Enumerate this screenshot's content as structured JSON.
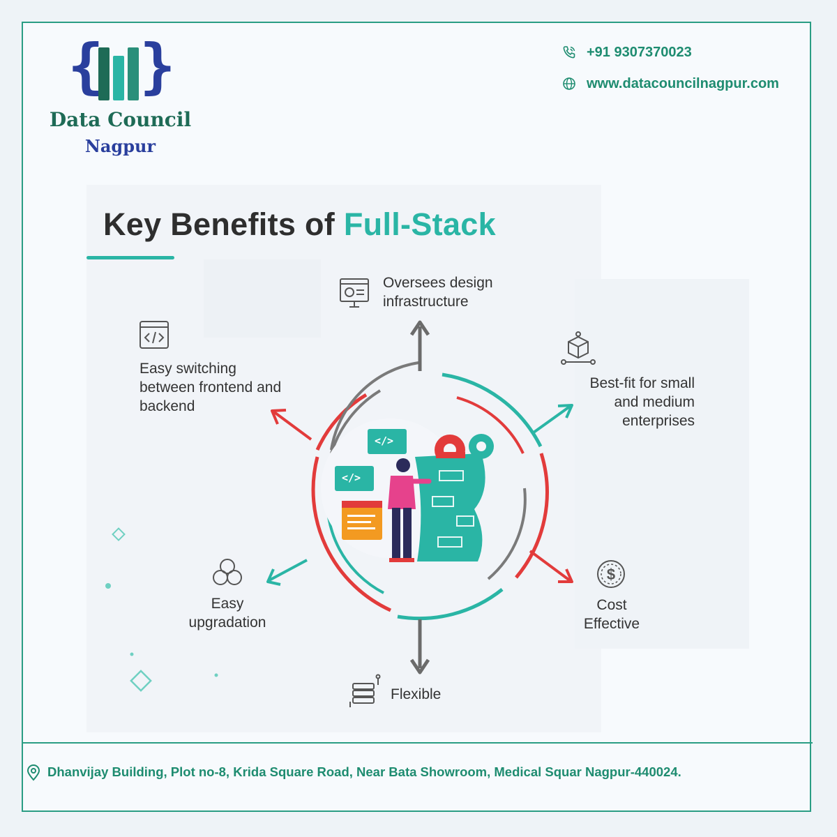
{
  "brand": {
    "logo_mark": "{lll}",
    "name": "Data Council",
    "city": "Nagpur",
    "colors": {
      "navy": "#2a3f9d",
      "green": "#1e6b56",
      "teal": "#2ab5a5",
      "red": "#e23b3b"
    }
  },
  "contact": {
    "phone": "+91 9307370023",
    "phone_icon": "phone-icon",
    "website": "www.datacouncilnagpur.com",
    "website_icon": "globe-icon"
  },
  "infographic": {
    "title_main": "Key Benefits of ",
    "title_accent": "Full-Stack",
    "benefits": [
      {
        "icon": "presentation-icon",
        "lines": [
          "Oversees design",
          "infrastructure"
        ]
      },
      {
        "icon": "cube-network-icon",
        "lines": [
          "Best-fit for small",
          "and medium",
          "enterprises"
        ]
      },
      {
        "icon": "dollar-icon",
        "lines": [
          "Cost",
          "Effective"
        ]
      },
      {
        "icon": "stack-icon",
        "lines": [
          "Flexible"
        ]
      },
      {
        "icon": "refresh-icon",
        "lines": [
          "Easy",
          "upgradation"
        ]
      },
      {
        "icon": "code-window-icon",
        "lines": [
          "Easy switching",
          "between frontend and",
          "backend"
        ]
      }
    ],
    "illustration": {
      "code_tag": "</>"
    }
  },
  "footer": {
    "address": "Dhanvijay Building, Plot no-8, Krida Square Road, Near Bata Showroom, Medical Squar Nagpur-440024.",
    "address_icon": "location-pin-icon"
  }
}
